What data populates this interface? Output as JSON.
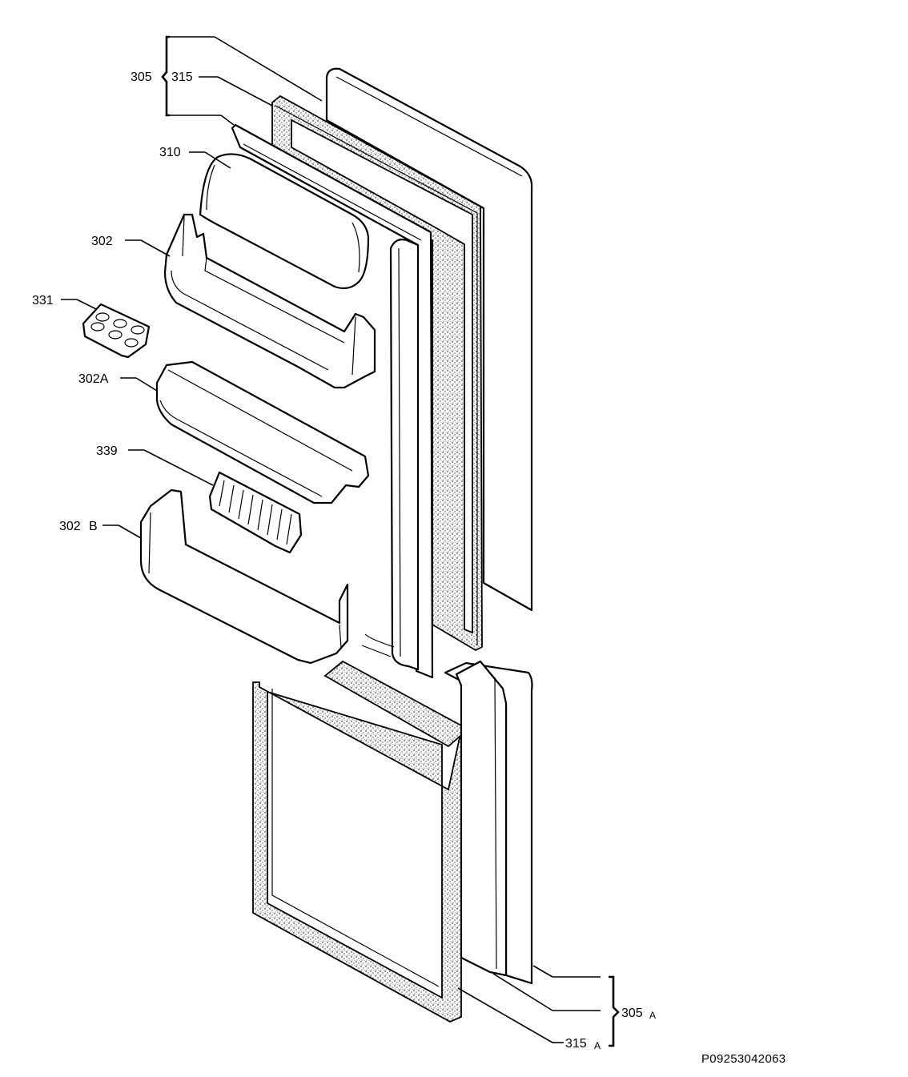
{
  "diagram": {
    "labels": {
      "l305": "305",
      "l315": "315",
      "l310": "310",
      "l302": "302",
      "l331": "331",
      "l302A": "302A",
      "l339": "339",
      "l302B_num": "302",
      "l302B_suf": "B",
      "l305A_num": "305",
      "l305A_suf": "A",
      "l315A_num": "315",
      "l315A_suf": "A"
    },
    "drawing_code": "P09253042063"
  }
}
